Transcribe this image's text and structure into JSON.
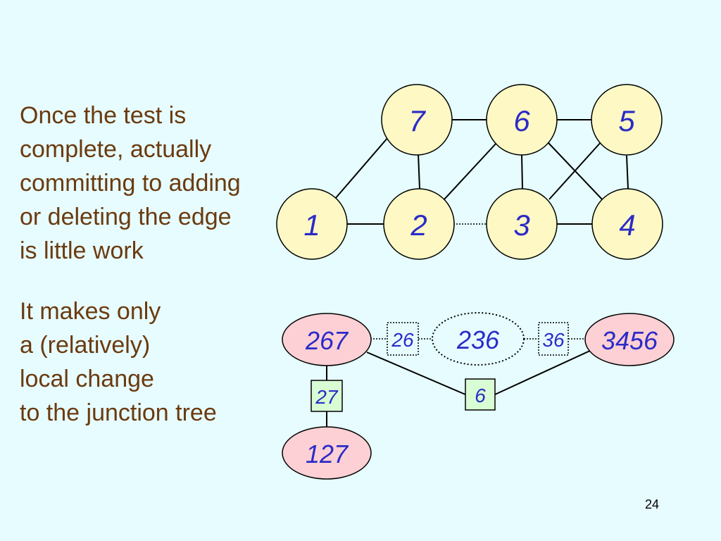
{
  "text_blocks": {
    "first": [
      "Once the test is",
      "complete, actually",
      "committing to adding",
      "or deleting the edge",
      "is little work"
    ],
    "second": [
      "It makes only",
      "a (relatively)",
      "local change",
      "to the junction tree"
    ]
  },
  "graph": {
    "nodes": [
      "7",
      "6",
      "5",
      "1",
      "2",
      "3",
      "4"
    ],
    "edges": [
      {
        "from": "7",
        "to": "6",
        "style": "solid"
      },
      {
        "from": "6",
        "to": "5",
        "style": "solid"
      },
      {
        "from": "1",
        "to": "2",
        "style": "solid"
      },
      {
        "from": "2",
        "to": "3",
        "style": "dotted"
      },
      {
        "from": "3",
        "to": "4",
        "style": "solid"
      },
      {
        "from": "1",
        "to": "7",
        "style": "solid"
      },
      {
        "from": "7",
        "to": "2",
        "style": "solid"
      },
      {
        "from": "2",
        "to": "6",
        "style": "solid"
      },
      {
        "from": "6",
        "to": "3",
        "style": "solid"
      },
      {
        "from": "6",
        "to": "4",
        "style": "solid"
      },
      {
        "from": "5",
        "to": "3",
        "style": "solid"
      },
      {
        "from": "5",
        "to": "4",
        "style": "solid"
      }
    ]
  },
  "junction_tree": {
    "cliques": [
      {
        "label": "267",
        "style": "solid"
      },
      {
        "label": "236",
        "style": "dotted"
      },
      {
        "label": "3456",
        "style": "solid"
      },
      {
        "label": "127",
        "style": "solid"
      }
    ],
    "separators": [
      {
        "label": "26",
        "style": "dotted"
      },
      {
        "label": "36",
        "style": "dotted"
      },
      {
        "label": "27",
        "style": "solid"
      },
      {
        "label": "6",
        "style": "solid"
      }
    ]
  },
  "colors": {
    "background": "#e6fcfe",
    "graph_node_fill": "#fdf8c4",
    "clique_fill": "#fcd0d4",
    "separator_fill": "#d8fcd4",
    "label_color": "#2b2bc8",
    "text_color": "#6b3a0f"
  },
  "page_number": "24"
}
